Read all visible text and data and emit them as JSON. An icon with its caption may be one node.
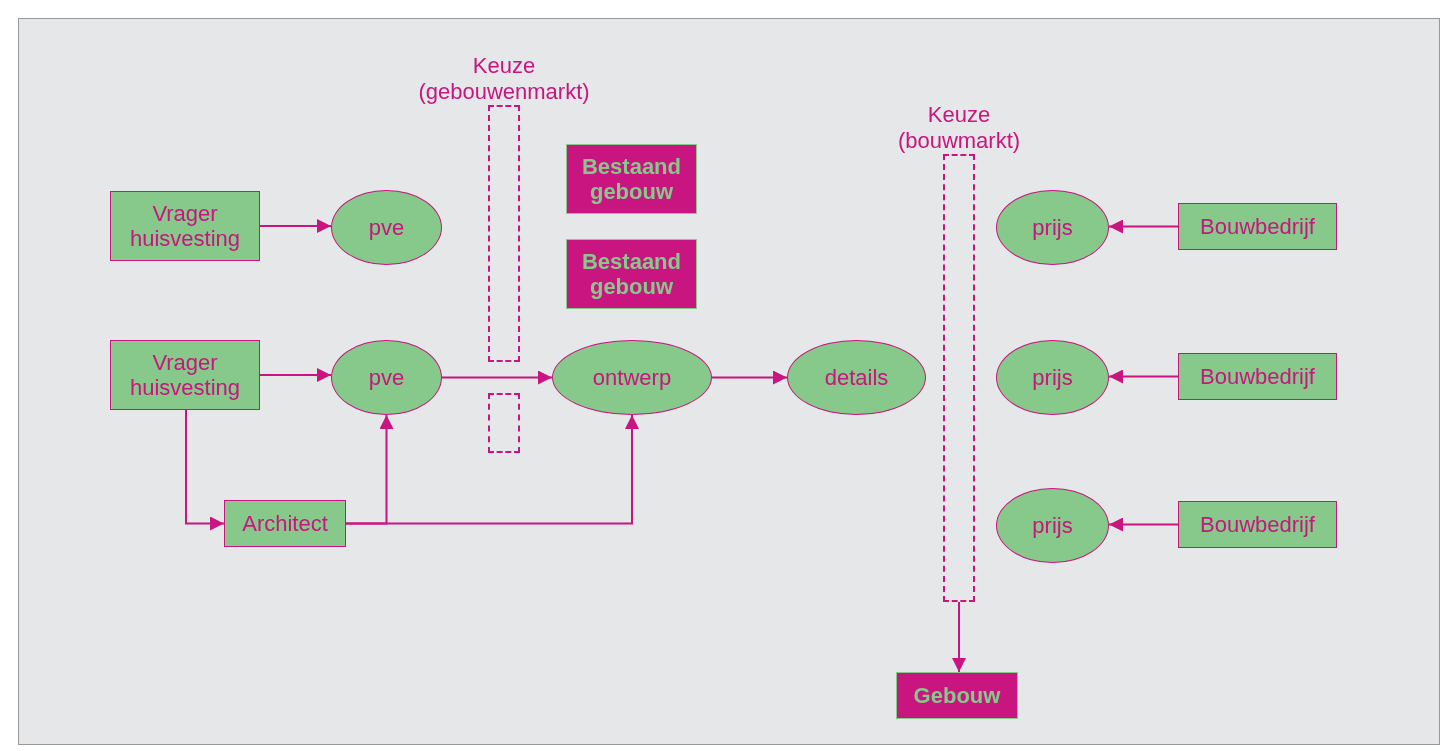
{
  "diagram": {
    "nodes": [
      {
        "text": [
          "Keuze (gebouwenmarkt)"
        ]
      },
      {
        "text": [
          "Bestaand gebouw"
        ]
      },
      {
        "text": [
          "Bestaand gebouw"
        ]
      },
      {
        "text": [
          "Vrager huisvesting"
        ]
      },
      {
        "text": [
          "pve"
        ]
      },
      {
        "text": [
          "Vrager huisvesting"
        ]
      },
      {
        "text": [
          "pve"
        ]
      },
      {
        "text": [],
        "shape": "box"
      },
      {
        "text": [
          "ontwerp"
        ]
      },
      {
        "text": [
          "details"
        ]
      },
      {
        "text": [
          "Keuze (bouwmarkt)"
        ]
      },
      {
        "text": [
          "prijs"
        ]
      },
      {
        "text": [
          "Bouwbedrijf"
        ]
      },
      {
        "text": [
          "prijs"
        ]
      },
      {
        "text": [
          "Bouwbedrijf"
        ]
      },
      {
        "text": [
          "Architect"
        ]
      },
      {
        "text": [
          "prijs"
        ]
      },
      {
        "text": [
          "Bouwbedrijf"
        ]
      },
      {
        "text": [
          "Gebouw"
        ]
      }
    ],
    "edges": [
      {
        "from": 3,
        "to": 4,
        "arrow": "to"
      },
      {
        "from": 5,
        "to": 6,
        "arrow": "to"
      },
      {
        "from": 6,
        "to": 8,
        "arrow": "to"
      },
      {
        "from": 8,
        "to": 9,
        "arrow": "to"
      },
      {
        "from": 12,
        "to": 11,
        "arrow": "to"
      },
      {
        "from": 14,
        "to": 13,
        "arrow": "to"
      },
      {
        "from": 17,
        "to": 16,
        "arrow": "to"
      },
      {
        "from": 5,
        "to": 15,
        "arrow": "to"
      },
      {
        "from": 15,
        "to": 6,
        "arrow": "to"
      },
      {
        "from": 15,
        "to": 8,
        "arrow": "to"
      },
      {
        "from": 10,
        "to": 18,
        "arrow": "to"
      }
    ]
  }
}
